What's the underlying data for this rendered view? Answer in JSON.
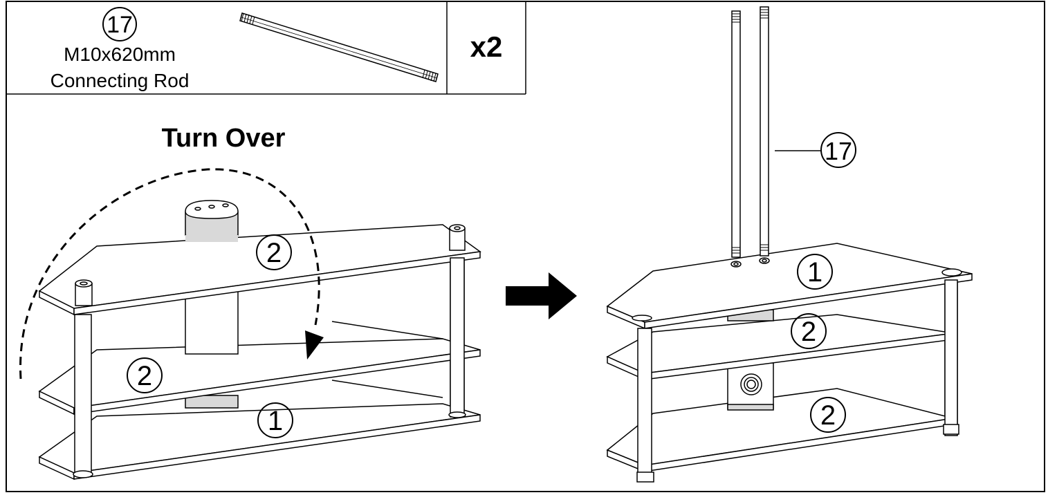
{
  "parts_box": {
    "part_number": "17",
    "size": "M10x620mm",
    "name": "Connecting Rod",
    "quantity": "x2"
  },
  "step": {
    "instruction": "Turn Over"
  },
  "before_view": {
    "top_shelf_label": "2",
    "middle_shelf_label": "2",
    "bottom_shelf_label": "1"
  },
  "after_view": {
    "rod_callout": "17",
    "top_shelf_label": "1",
    "middle_shelf_label": "2",
    "bottom_shelf_label": "2"
  },
  "colors": {
    "line": "#000000",
    "post_fill": "#ffffff",
    "bracket_fill": "#d9d9d9"
  }
}
